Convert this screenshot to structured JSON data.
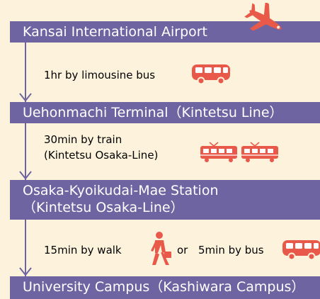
{
  "colors": {
    "background": "#fdf3dd",
    "band": "#6e64a2",
    "icon": "#e8594a"
  },
  "stops": [
    {
      "lines": [
        "Kansai International Airport"
      ]
    },
    {
      "lines": [
        "Uehonmachi Terminal（Kintetsu Line）"
      ]
    },
    {
      "lines": [
        "Osaka-Kyoikudai-Mae Station",
        "（Kintetsu Osaka-Line）"
      ]
    },
    {
      "lines": [
        "University Campus（Kashiwara Campus）"
      ]
    }
  ],
  "steps": {
    "bus": "1hr by limousine bus",
    "train_line1": "30min by train",
    "train_line2": "(Kintetsu Osaka-Line)",
    "walk_text": "15min by walk",
    "or_text": "or",
    "bus_text": "5min by bus"
  },
  "icons": [
    "airplane-icon",
    "bus-icon",
    "train-icon",
    "walking-person-icon"
  ]
}
